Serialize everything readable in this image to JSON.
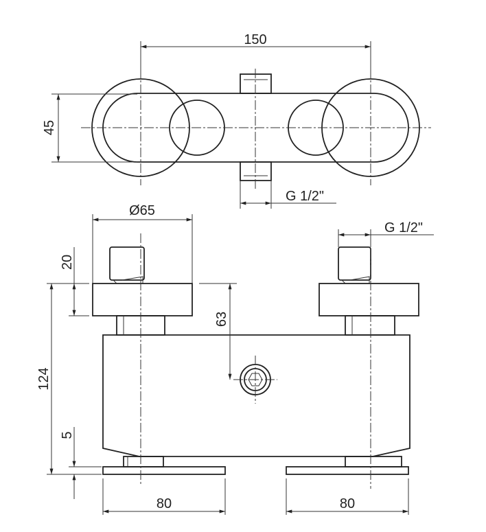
{
  "drawing": {
    "top_view": {
      "width_dim": "150",
      "depth_dim": "45",
      "thread_dim": "G 1/2\""
    },
    "front_view": {
      "cap_diameter_dim": "Ø65",
      "thread_dim": "G 1/2\"",
      "nipple_height_dim": "20",
      "total_height_dim": "124",
      "plate_thickness_dim": "5",
      "center_height_dim": "63",
      "left_plate_width_dim": "80",
      "right_plate_width_dim": "80"
    }
  }
}
